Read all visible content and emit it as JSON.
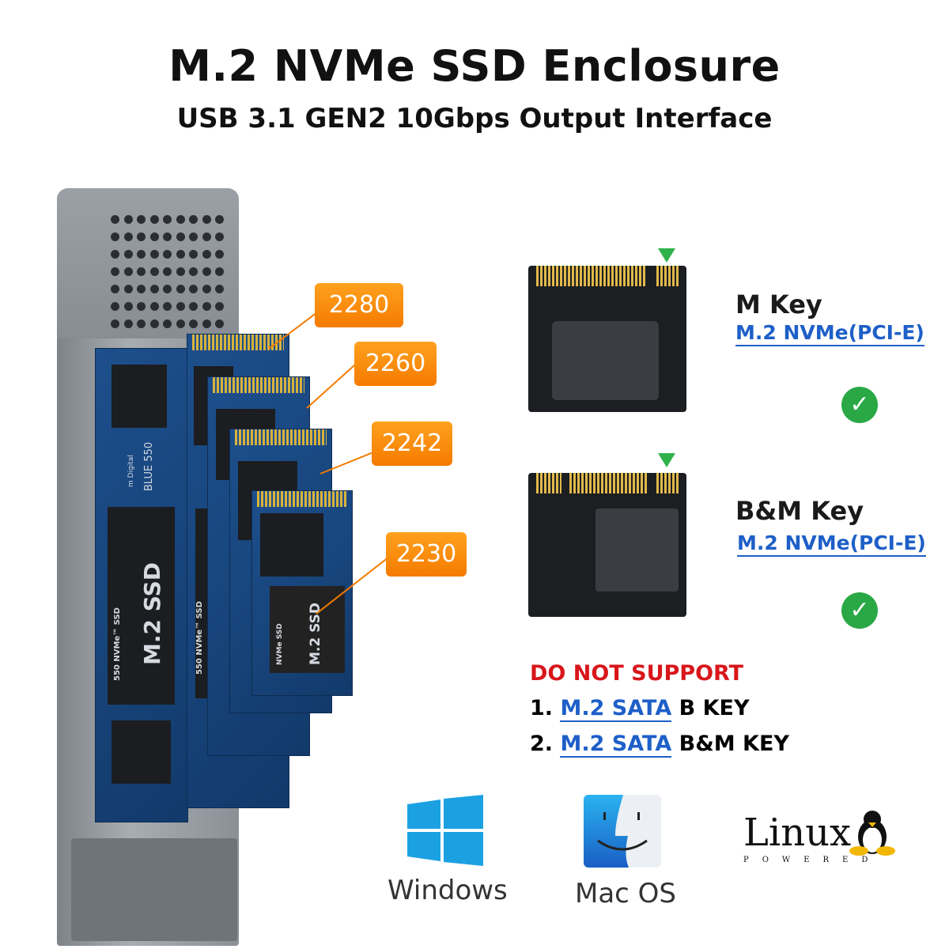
{
  "header": {
    "title": "M.2 NVMe SSD Enclosure",
    "subtitle": "USB 3.1 GEN2 10Gbps Output Interface"
  },
  "product": {
    "ssd_labels": [
      "M.2 SSD",
      "550 NVMe™ SSD",
      "BLUE 550",
      "m Digital",
      "NVMe SSD"
    ],
    "sizes": [
      "2280",
      "2260",
      "2242",
      "2230"
    ],
    "tag_color": "#f57b00"
  },
  "keys": [
    {
      "name": "M Key",
      "interface": "M.2 NVMe(PCI-E)",
      "supported": true
    },
    {
      "name": "B&M Key",
      "interface": "M.2 NVMe(PCI-E)",
      "supported": true
    }
  ],
  "not_supported": {
    "heading": "DO NOT SUPPORT",
    "items": [
      {
        "num": "1.",
        "type": "M.2 SATA",
        "key": "B KEY"
      },
      {
        "num": "2.",
        "type": "M.2 SATA",
        "key": "B&M KEY"
      }
    ]
  },
  "os": [
    {
      "name": "Windows",
      "icon": "windows-logo"
    },
    {
      "name": "Mac OS",
      "icon": "finder-logo"
    },
    {
      "name": "Linux",
      "sub": "POWERED",
      "icon": "tux-logo"
    }
  ],
  "colors": {
    "warning": "#d8161b",
    "link": "#1e5fc8",
    "check": "#2aa845"
  }
}
